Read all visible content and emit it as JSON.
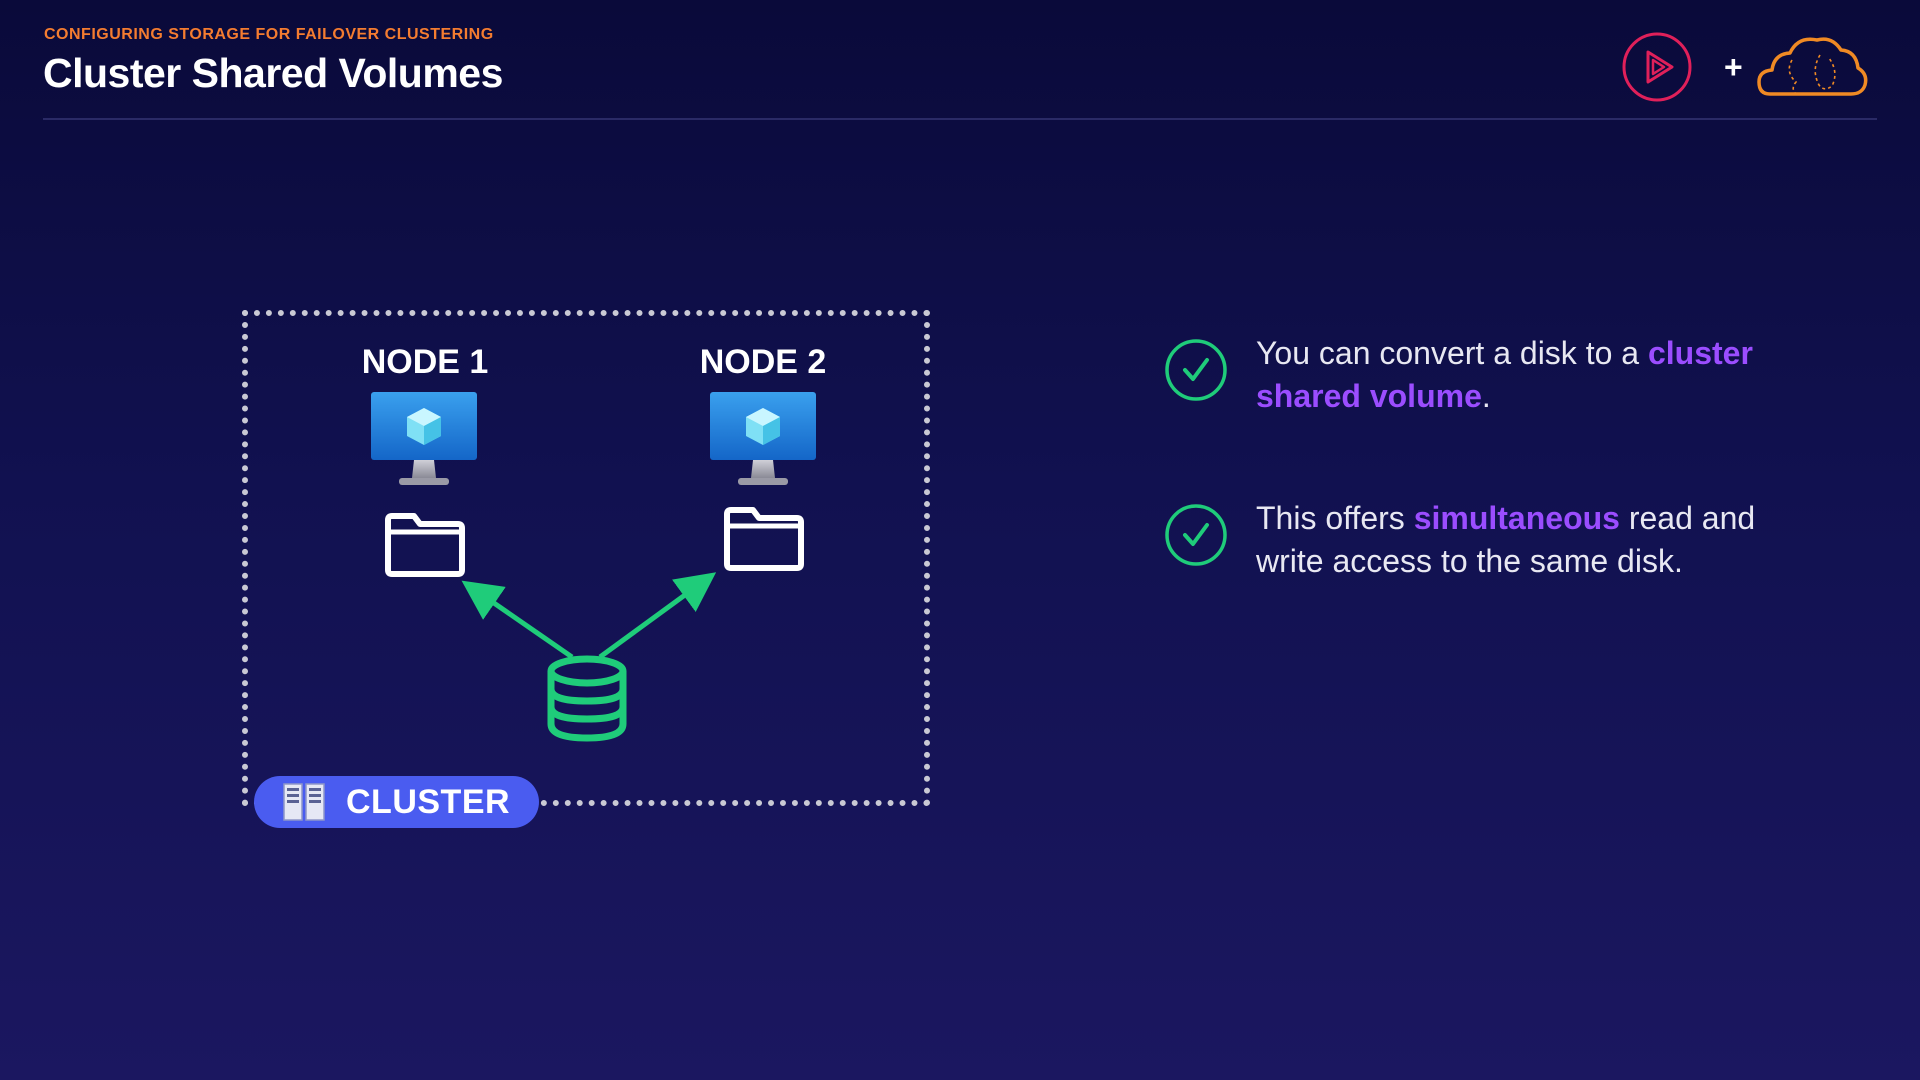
{
  "header": {
    "eyebrow": "CONFIGURING STORAGE FOR FAILOVER CLUSTERING",
    "title": "Cluster Shared Volumes",
    "plus": "+"
  },
  "diagram": {
    "node1_label": "NODE 1",
    "node2_label": "NODE 2",
    "cluster_label": "CLUSTER",
    "icons": [
      "computer-monitor-icon",
      "folder-icon",
      "database-icon",
      "server-rack-icon",
      "arrow-icon"
    ]
  },
  "bullets": [
    {
      "pre": "You can convert a disk to a ",
      "highlight": "cluster shared volume",
      "post": "."
    },
    {
      "pre": "This offers ",
      "highlight": "simultaneous",
      "post": " read and write access to the same disk."
    }
  ],
  "colors": {
    "eyebrow": "#f47c30",
    "highlight": "#9b4dff",
    "check": "#1fcc7a",
    "pill": "#4a5cf0",
    "brand_play": "#e0205a",
    "brand_cloud": "#f08a24"
  }
}
